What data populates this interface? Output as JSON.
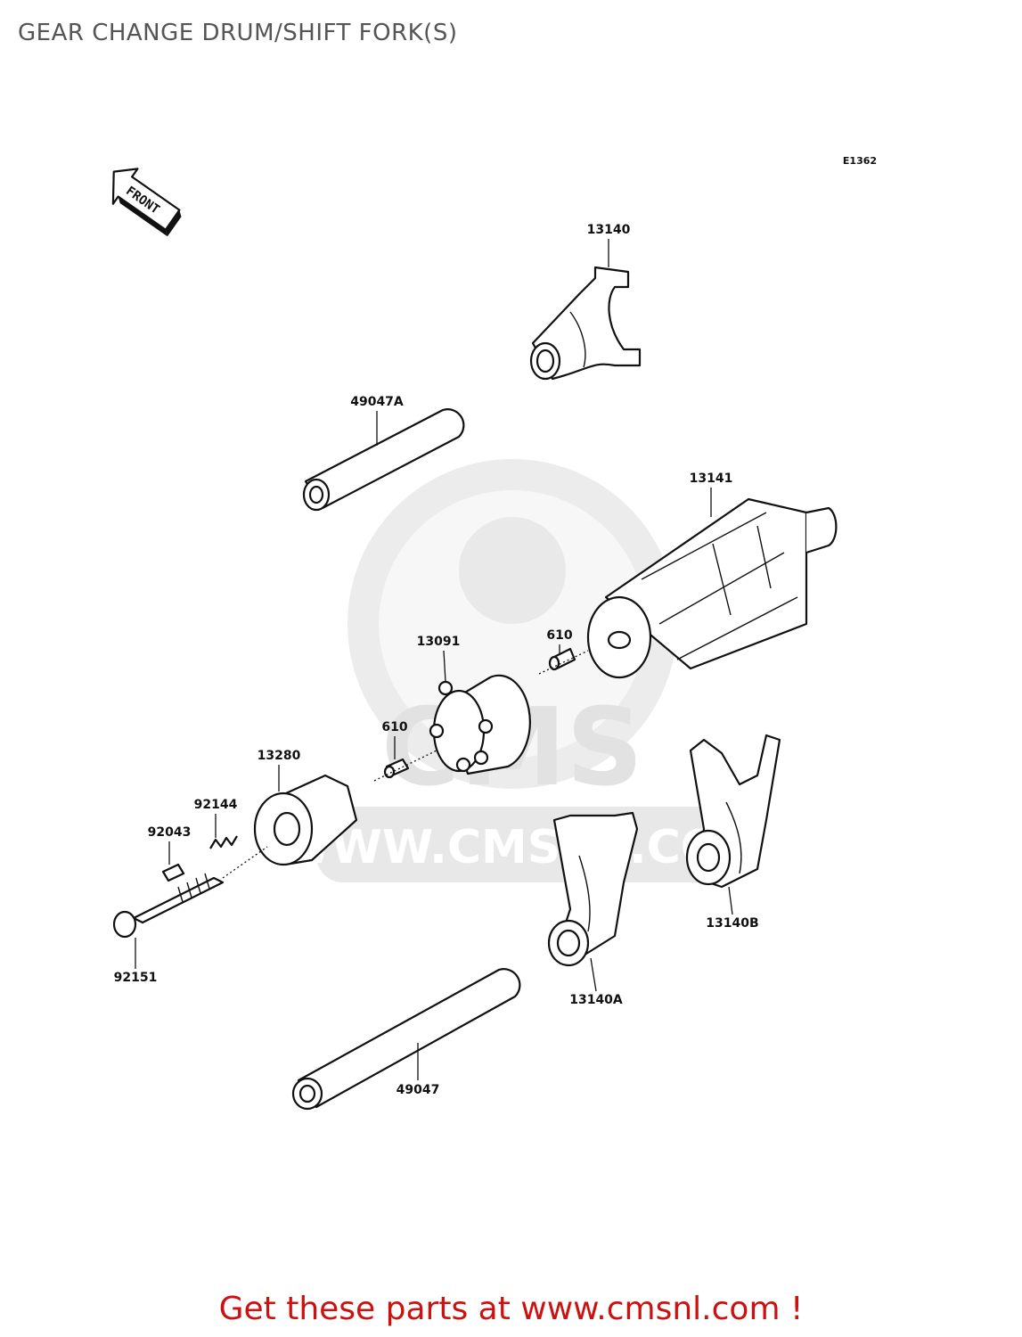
{
  "title": "GEAR CHANGE DRUM/SHIFT FORK(S)",
  "diagram_code": "E1362",
  "front_marker": "FRONT",
  "watermark": {
    "brand": "CMS",
    "url": "WWW.CMSNL.COM"
  },
  "parts": {
    "p13140": "13140",
    "p49047A": "49047A",
    "p13141": "13141",
    "p13091": "13091",
    "p610a": "610",
    "p610b": "610",
    "p13280": "13280",
    "p92144": "92144",
    "p92043": "92043",
    "p92151": "92151",
    "p13140A": "13140A",
    "p13140B": "13140B",
    "p49047": "49047"
  },
  "footer": "Get these parts at www.cmsnl.com !",
  "colors": {
    "title": "#555555",
    "footer": "#cc1111",
    "watermark": "#dcdcdc",
    "line": "#111111"
  }
}
